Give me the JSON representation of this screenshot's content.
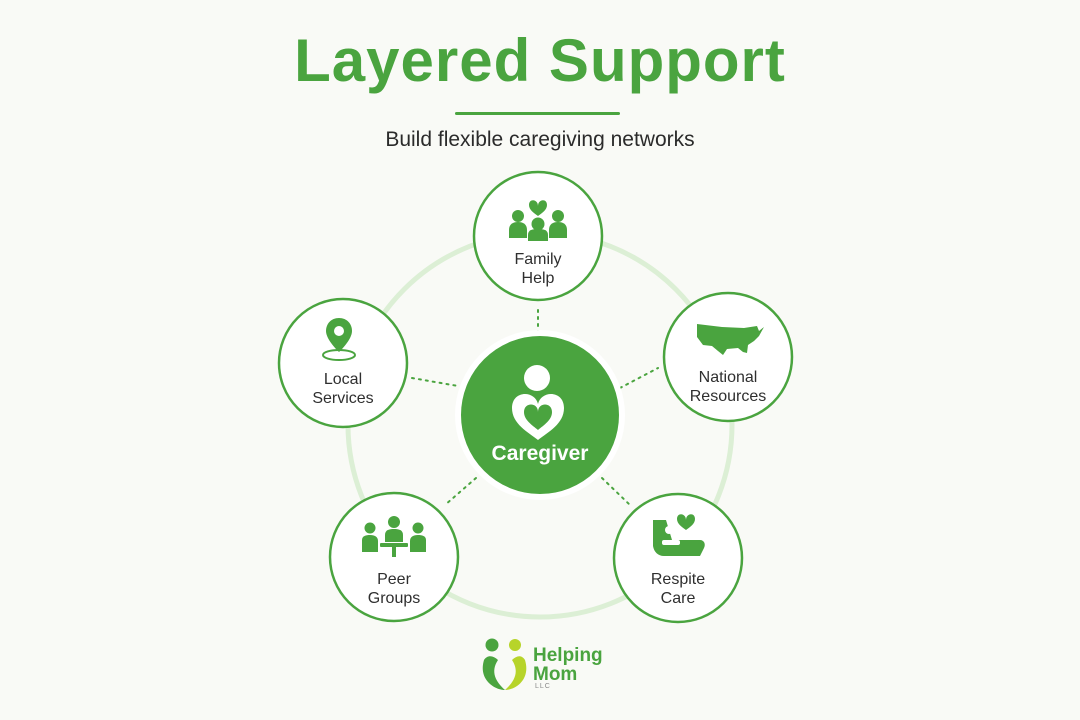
{
  "header": {
    "title": "Layered Support",
    "subtitle": "Build flexible caregiving networks"
  },
  "center": {
    "label": "Caregiver",
    "icon": "caregiver-heart-icon"
  },
  "nodes": [
    {
      "id": "family",
      "line1": "Family",
      "line2": "Help",
      "icon": "family-heart-icon"
    },
    {
      "id": "national",
      "line1": "National",
      "line2": "Resources",
      "icon": "usa-map-icon"
    },
    {
      "id": "respite",
      "line1": "Respite",
      "line2": "Care",
      "icon": "recliner-heart-icon"
    },
    {
      "id": "peer",
      "line1": "Peer",
      "line2": "Groups",
      "icon": "peer-group-table-icon"
    },
    {
      "id": "local",
      "line1": "Local",
      "line2": "Services",
      "icon": "location-pin-icon"
    }
  ],
  "logo": {
    "name_line1": "Helping",
    "name_line2": "Mom",
    "suffix": "LLC"
  },
  "colors": {
    "brand_green": "#4aa43f",
    "ring_green": "#dcefd5",
    "logo_yellow_green": "#b7d42a",
    "background": "#f9faf6"
  }
}
